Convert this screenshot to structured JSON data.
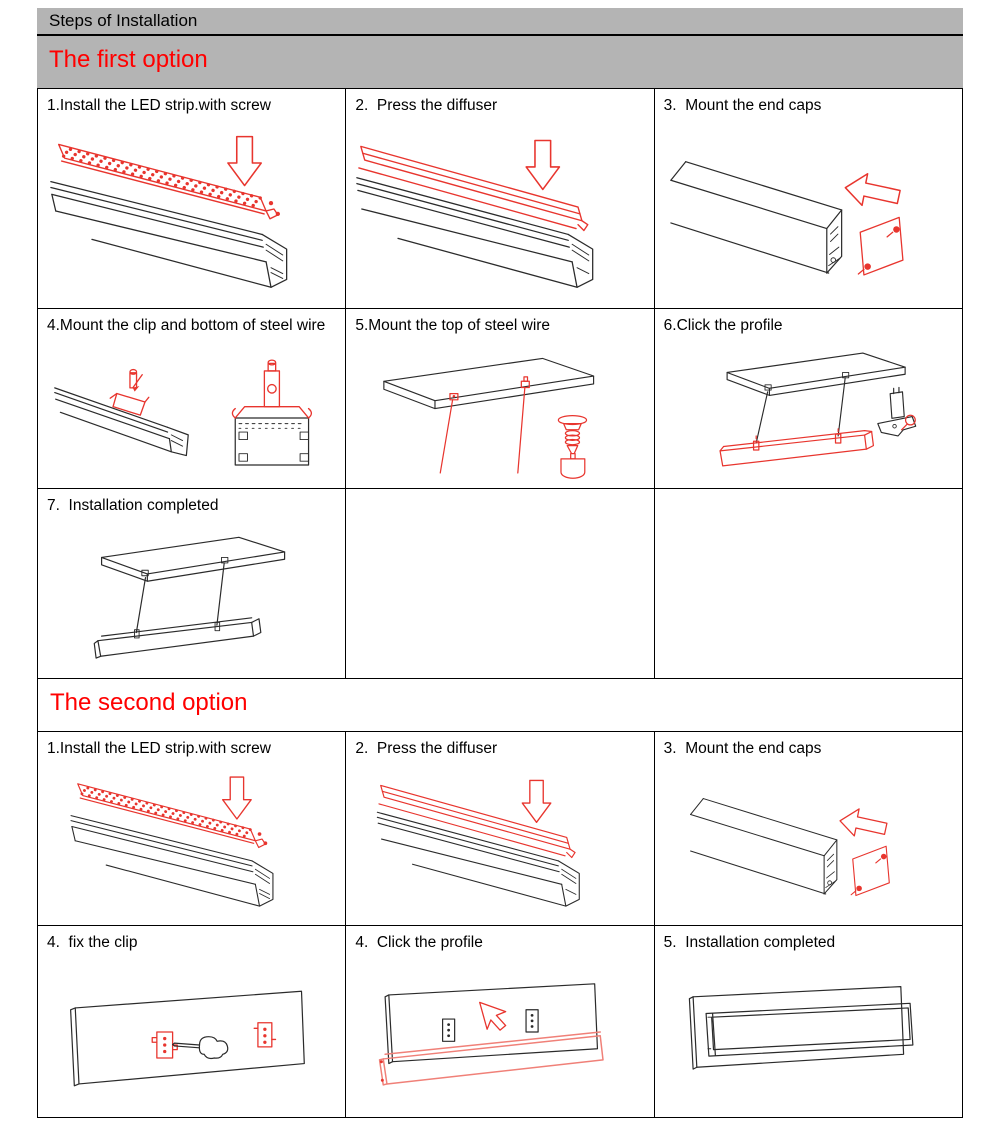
{
  "document": {
    "title": "Steps of Installation",
    "sections": [
      {
        "heading": "The first option",
        "steps": [
          {
            "caption": "1.Install the LED strip.with screw",
            "illustration": "led-strip-with-screw"
          },
          {
            "caption": "2.  Press the diffuser",
            "illustration": "press-diffuser"
          },
          {
            "caption": "3.  Mount the end caps",
            "illustration": "mount-end-caps"
          },
          {
            "caption": "4.Mount the clip and bottom of steel wire",
            "illustration": "clip-and-bottom-of-steel-wire"
          },
          {
            "caption": "5.Mount the top of steel wire",
            "illustration": "top-of-steel-wire"
          },
          {
            "caption": "6.Click the profile",
            "illustration": "click-profile-suspended"
          },
          {
            "caption": "7.  Installation completed",
            "illustration": "installation-completed-suspended"
          }
        ]
      },
      {
        "heading": "The second option",
        "steps": [
          {
            "caption": "1.Install the LED strip.with screw",
            "illustration": "led-strip-with-screw"
          },
          {
            "caption": "2.  Press the diffuser",
            "illustration": "press-diffuser"
          },
          {
            "caption": "3.  Mount the end caps",
            "illustration": "mount-end-caps"
          },
          {
            "caption": "4.  fix the clip",
            "illustration": "fix-the-clip"
          },
          {
            "caption": "4.  Click the profile",
            "illustration": "click-profile-surface"
          },
          {
            "caption": "5.  Installation completed",
            "illustration": "installation-completed-surface"
          }
        ]
      }
    ]
  },
  "colors": {
    "header_band_background": "#b4b4b4",
    "heading_red": "#ff0000",
    "drawing_red": "#e8352e",
    "drawing_light_red": "#f08078",
    "drawing_black": "#2b2b2b",
    "table_border": "#000000"
  }
}
